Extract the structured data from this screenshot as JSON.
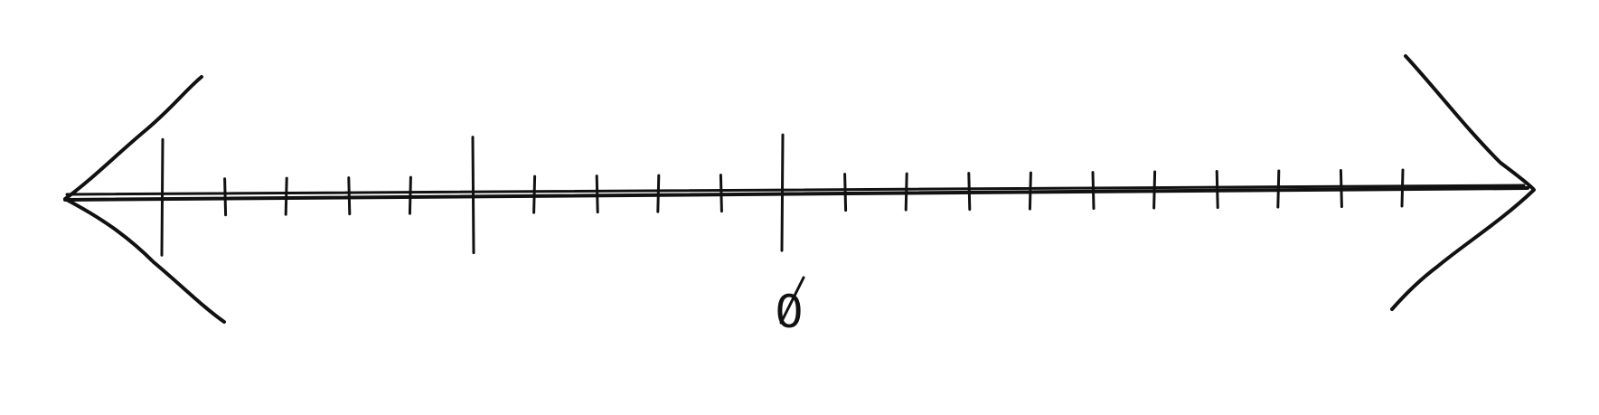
{
  "diagram": {
    "type": "number-line",
    "zero_label": "0",
    "ink_color": "#111111",
    "background_color": "#ffffff",
    "arrows": [
      "left",
      "right"
    ],
    "tick_count": 21,
    "tall_ticks": [
      0,
      5,
      10
    ]
  }
}
